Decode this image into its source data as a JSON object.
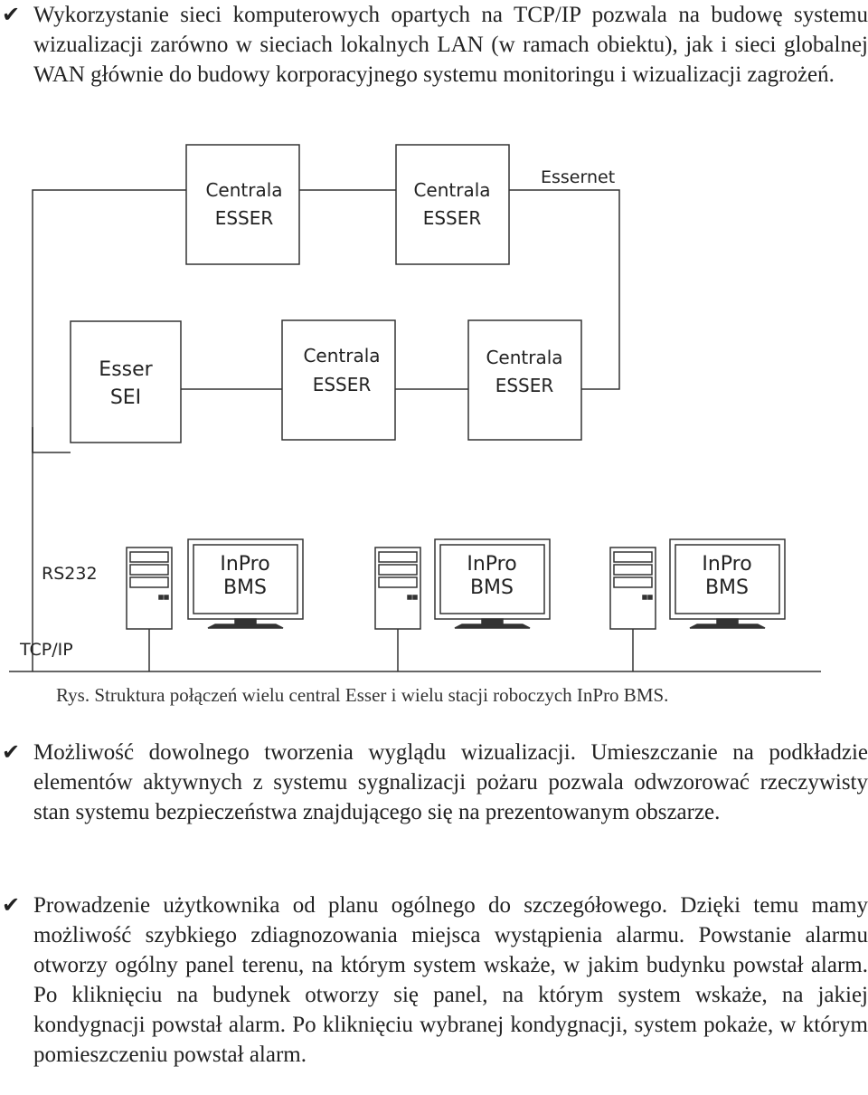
{
  "bullets": [
    {
      "text": "Wykorzystanie sieci komputerowych opartych na TCP/IP pozwala na budowę systemu wizualizacji zarówno w sieciach lokalnych LAN (w ramach obiektu), jak i sieci globalnej WAN głównie do budowy korporacyjnego systemu monitoringu i wizualizacji zagrożeń."
    },
    {
      "text": "Możliwość dowolnego tworzenia wyglądu wizualizacji. Umieszczanie na podkładzie elementów aktywnych z systemu sygnalizacji pożaru pozwala odwzorować rzeczywisty stan systemu bezpieczeństwa znajdującego się na prezentowanym obszarze."
    },
    {
      "text": "Prowadzenie użytkownika od planu ogólnego do szczegółowego. Dzięki temu mamy możliwość szybkiego zdiagnozowania miejsca wystąpienia alarmu. Powstanie alarmu otworzy ogólny panel terenu, na którym system wskaże, w jakim budynku powstał alarm. Po kliknięciu na budynek otworzy się panel, na którym system wskaże, na jakiej kondygnacji powstał alarm. Po kliknięciu wybranej kondygnacji, system pokaże, w którym pomieszczeniu powstał alarm."
    }
  ],
  "figure": {
    "caption": "Rys. Struktura połączeń wielu central Esser i wielu stacji roboczych InPro BMS.",
    "network_labels": {
      "essernet": "Essernet",
      "rs232": "RS232",
      "tcpip": "TCP/IP"
    },
    "panels": {
      "top_left": {
        "line1": "Centrala",
        "line2": "ESSER"
      },
      "top_right": {
        "line1": "Centrala",
        "line2": "ESSER"
      },
      "sei": {
        "line1": "Esser",
        "line2": "SEI"
      },
      "middle": {
        "line1": "Centrala",
        "line2": "ESSER"
      },
      "right": {
        "line1": "Centrala",
        "line2": "ESSER"
      }
    },
    "workstations": [
      {
        "line1": "InPro",
        "line2": "BMS"
      },
      {
        "line1": "InPro",
        "line2": "BMS"
      },
      {
        "line1": "InPro",
        "line2": "BMS"
      }
    ]
  }
}
